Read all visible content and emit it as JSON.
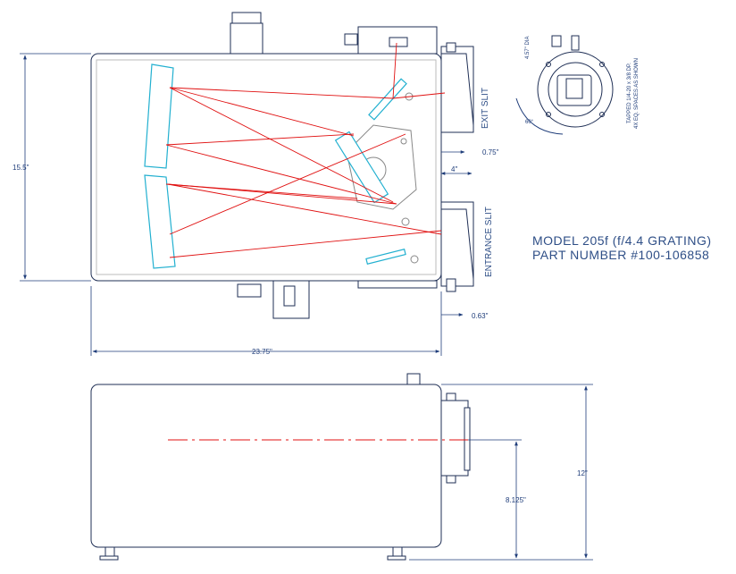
{
  "title": {
    "line1": "MODEL 205f (f/4.4 GRATING)",
    "line2": "PART NUMBER #100-106858"
  },
  "top_view": {
    "height_dim": "15.5\"",
    "width_dim": "23.75\"",
    "exit_slit_label": "EXIT SLIT",
    "entrance_slit_label": "ENTRANCE SLIT",
    "exit_offset_dim": "0.75\"",
    "slit_spacing_dim": "4\"",
    "entrance_offset_dim": "0.63\""
  },
  "port_detail": {
    "diameter_dim": "4.57\" DIA",
    "angle_dim": "60°",
    "note_line1": "TAPPED 1/4-20 x 3/8 DP.",
    "note_line2": "4X EQ. SPACES AS SHOWN"
  },
  "side_view": {
    "height_dim": "12\"",
    "axis_height_dim": "8.125\""
  },
  "colors": {
    "line": "#1f2f55",
    "dimension": "#1f3d7a",
    "beam": "#e01010",
    "mirror": "#22b0d0",
    "frame": "#bbbbbb"
  }
}
